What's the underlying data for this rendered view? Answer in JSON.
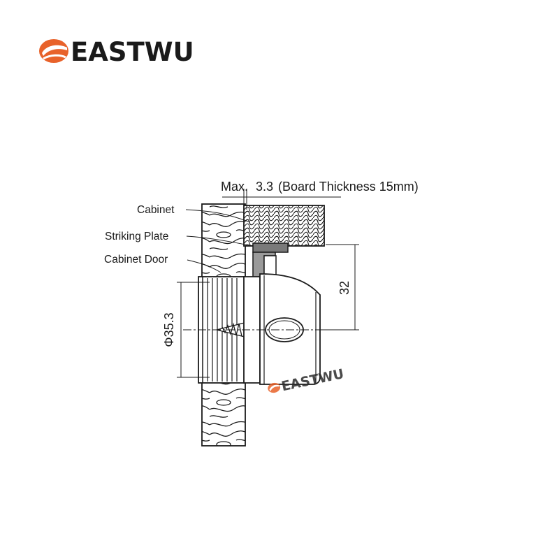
{
  "brand": {
    "name": "EASTWU",
    "accent_color": "#e8622a",
    "text_color": "#1a1a1a"
  },
  "watermark": {
    "name": "EASTWU"
  },
  "labels": {
    "cabinet": "Cabinet",
    "striking_plate": "Striking Plate",
    "cabinet_door": "Cabinet Door"
  },
  "dimensions": {
    "top_prefix": "Max.",
    "top_value": "3.3",
    "top_note": "(Board Thickness 15mm)",
    "height": "32",
    "diameter": "Φ35.3"
  },
  "icons": {
    "logo": "eastwu-logo-icon",
    "watermark": "eastwu-watermark-icon"
  }
}
